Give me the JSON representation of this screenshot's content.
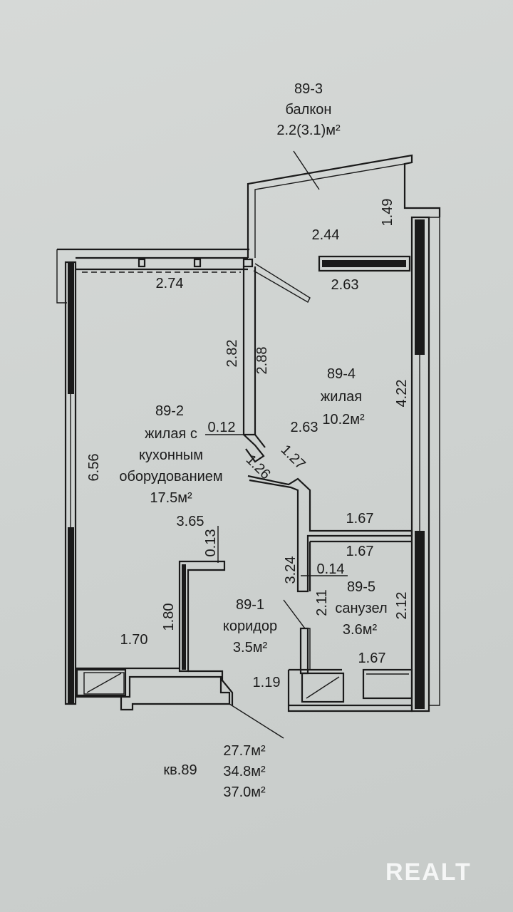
{
  "rooms": {
    "balcony": {
      "code": "89-3",
      "name": "балкон",
      "area": "2.2(3.1)м²"
    },
    "room4": {
      "code": "89-4",
      "name": "жилая",
      "area": "10.2м²"
    },
    "room2": {
      "code": "89-2",
      "name_line1": "жилая с",
      "name_line2": "кухонным",
      "name_line3": "оборудованием",
      "area": "17.5м²"
    },
    "corridor": {
      "code": "89-1",
      "name": "коридор",
      "area": "3.5м²"
    },
    "bathroom": {
      "code": "89-5",
      "name": "санузел",
      "area": "3.6м²"
    }
  },
  "dimensions": {
    "d_149": "1.49",
    "d_244": "2.44",
    "d_263_top": "2.63",
    "d_274": "2.74",
    "d_282": "2.82",
    "d_288": "2.88",
    "d_422": "4.22",
    "d_263_mid": "2.63",
    "d_012": "0.12",
    "d_127": "1.27",
    "d_126": "1.26",
    "d_656": "6.56",
    "d_167_a": "1.67",
    "d_167_b": "1.67",
    "d_365": "3.65",
    "d_013": "0.13",
    "d_324": "3.24",
    "d_014": "0.14",
    "d_211": "2.11",
    "d_212": "2.12",
    "d_180": "1.80",
    "d_170": "1.70",
    "d_167_c": "1.67",
    "d_119": "1.19"
  },
  "summary": {
    "apartment": "кв.89",
    "area_living": "27.7м²",
    "area_total": "34.8м²",
    "area_with_balcony": "37.0м²"
  },
  "watermark": "REALT"
}
